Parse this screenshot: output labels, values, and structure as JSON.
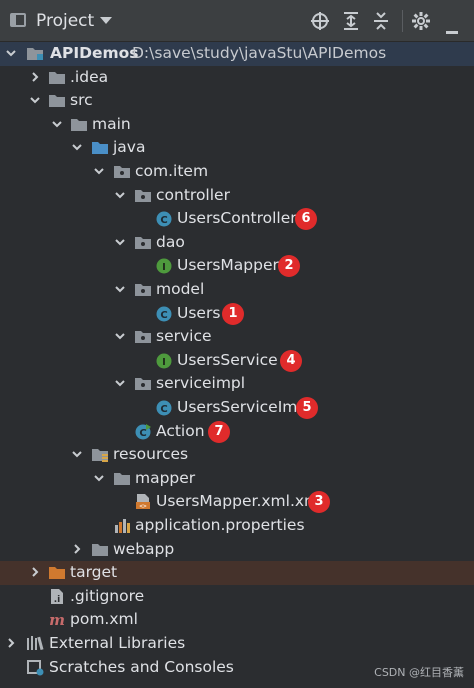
{
  "toolbar": {
    "title": "Project",
    "icons": [
      "project-icon",
      "locate-icon",
      "expand-all-icon",
      "collapse-all-icon",
      "settings-gear-icon"
    ]
  },
  "tree": {
    "root": {
      "name": "APIDemos",
      "path": "D:\\save\\study\\javaStu\\APIDemos"
    },
    "idea": ".idea",
    "src": "src",
    "main": "main",
    "java": "java",
    "package": "com.item",
    "controller": "controller",
    "users_controller": "UsersController",
    "dao": "dao",
    "users_mapper": "UsersMapper",
    "model": "model",
    "users": "Users",
    "service": "service",
    "users_service": "UsersService",
    "serviceimpl": "serviceimpl",
    "users_service_impl": "UsersServiceImpl",
    "action": "Action",
    "resources": "resources",
    "mapper": "mapper",
    "users_mapper_xml": "UsersMapper.xml.xml",
    "application_properties": "application.properties",
    "webapp": "webapp",
    "target": "target",
    "gitignore": ".gitignore",
    "pom": "pom.xml",
    "external_libraries": "External Libraries",
    "scratches": "Scratches and Consoles"
  },
  "badges": {
    "b1": "1",
    "b2": "2",
    "b3": "3",
    "b4": "4",
    "b5": "5",
    "b6": "6",
    "b7": "7"
  },
  "watermark": "CSDN @红目香薰",
  "colors": {
    "background": "#2b2d30",
    "badge": "#e02b2b",
    "class_icon": "#3d8fb5",
    "interface_icon": "#4e9a3d",
    "folder": "#8e949b",
    "target_folder": "#d0792f"
  }
}
